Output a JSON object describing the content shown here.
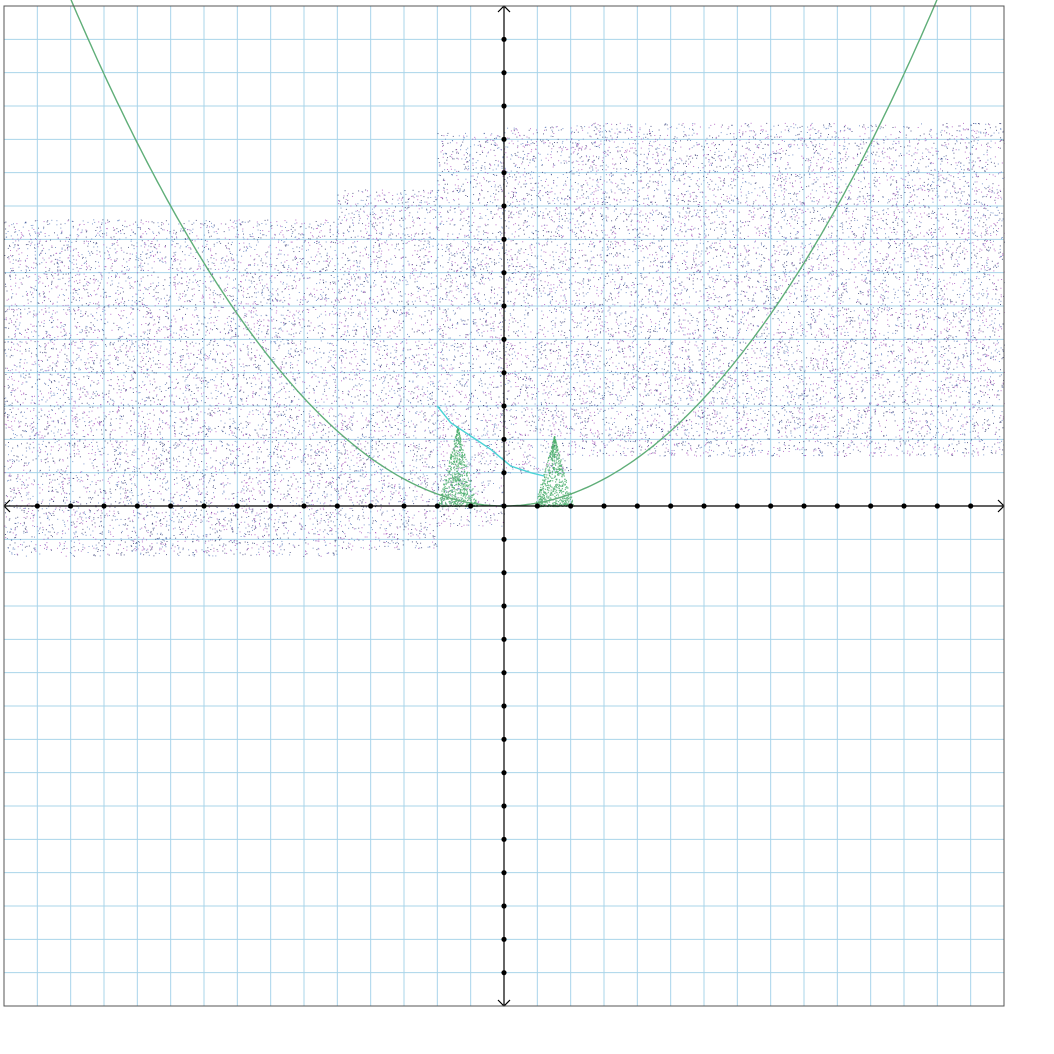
{
  "chart_data": {
    "type": "scatter",
    "title": "",
    "xlabel": "",
    "ylabel": "",
    "xlim": [
      -15,
      15
    ],
    "ylim": [
      -15,
      15
    ],
    "grid": true,
    "grid_step": 1,
    "axis_tick_step": 1,
    "legend": "none",
    "colors": {
      "grid": "#a9d4ea",
      "frame": "#555555",
      "axis": "#000000",
      "tick_dot": "#000000",
      "parabola": "#5fae78",
      "cyan_curve": "#49d3d6",
      "green_cloud": "#4caf6e",
      "purple_cloud": "#a44ab8",
      "navy_cloud": "#2a2f6a"
    },
    "series": [
      {
        "kind": "curve",
        "equation": "y = 0.09·x²",
        "coefficient": 0.09,
        "x_range": [
          -14.2,
          14.2
        ],
        "color": "#5fae78"
      },
      {
        "kind": "curve",
        "points": [
          [
            -2.0,
            3.0
          ],
          [
            -1.6,
            2.5
          ],
          [
            -1.0,
            2.1
          ],
          [
            -0.4,
            1.7
          ],
          [
            0.2,
            1.2
          ],
          [
            0.8,
            1.0
          ],
          [
            1.2,
            0.9
          ]
        ],
        "color": "#49d3d6"
      },
      {
        "kind": "scatter-region",
        "description_free": true,
        "region": [
          {
            "x_from": -15.0,
            "x_to": -5.0,
            "y_low": -1.5,
            "y_high": 8.6
          },
          {
            "x_from": -5.0,
            "x_to": -2.0,
            "y_low": -1.3,
            "y_high": 9.5
          },
          {
            "x_from": -2.0,
            "x_to": 0.0,
            "y_low": -0.6,
            "y_high": 11.2
          },
          {
            "x_from": 0.0,
            "x_to": 2.0,
            "y_low": 1.0,
            "y_high": 11.4
          },
          {
            "x_from": 2.0,
            "x_to": 15.0,
            "y_low": 1.5,
            "y_high": 11.5
          }
        ],
        "colors": [
          "#a44ab8",
          "#2a2f6a",
          "#5577bb"
        ]
      },
      {
        "kind": "scatter-cluster",
        "points_x_range": [
          -2.0,
          -0.8
        ],
        "points_y_range": [
          0.0,
          2.4
        ],
        "color": "#4caf6e"
      },
      {
        "kind": "scatter-cluster",
        "points_x_range": [
          0.9,
          2.1
        ],
        "points_y_range": [
          0.0,
          2.1
        ],
        "color": "#4caf6e"
      }
    ]
  }
}
